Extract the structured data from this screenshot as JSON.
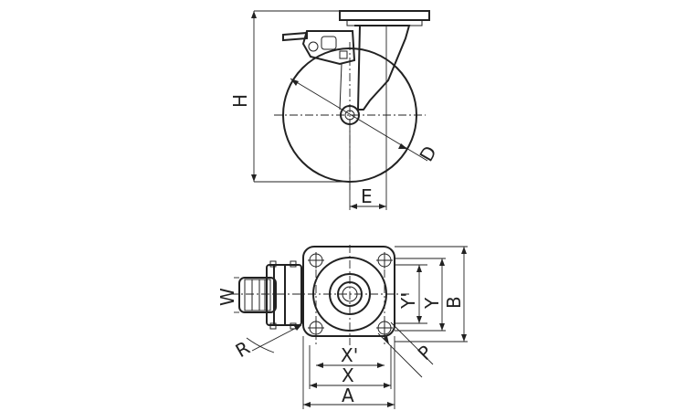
{
  "side_view": {
    "labels": {
      "height": "H",
      "diameter": "D",
      "offset": "E"
    }
  },
  "top_view": {
    "labels": {
      "width": "W",
      "radius": "R",
      "bolt_hole": "P",
      "hole_spacing_x_inner": "X'",
      "hole_spacing_x": "X",
      "plate_width": "A",
      "hole_spacing_y_inner": "Y'",
      "hole_spacing_y": "Y",
      "plate_length": "B"
    }
  }
}
